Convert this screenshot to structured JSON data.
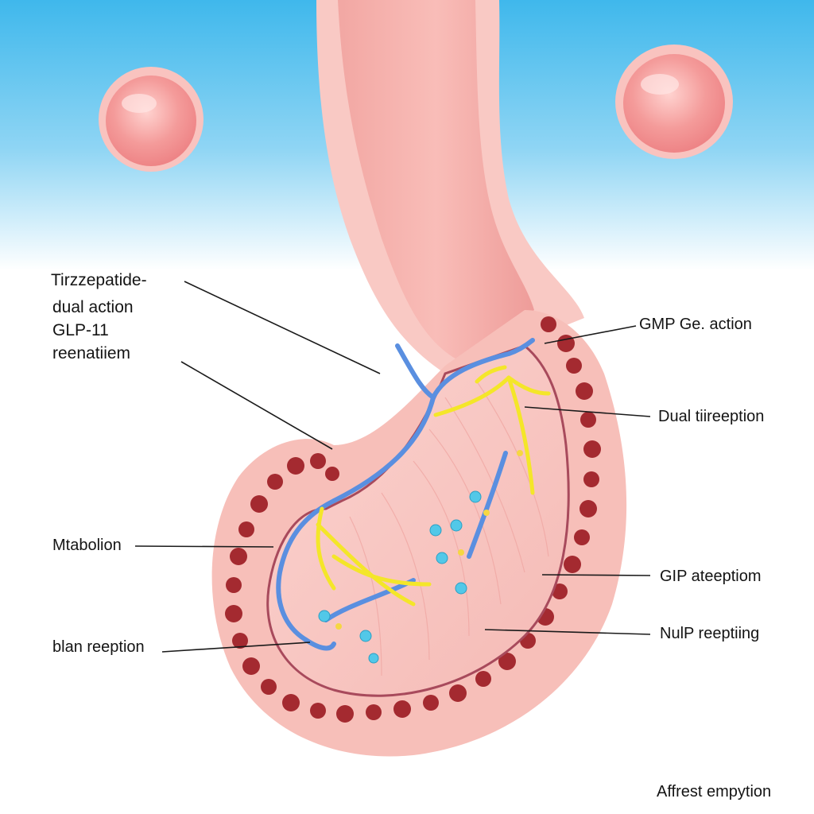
{
  "diagram": {
    "labels": {
      "tirzepatide": "Tirzzepatide-",
      "dual_action": "dual action",
      "glp": "GLP-11",
      "reenatiiem": "reenatiiem",
      "gmp_action": "GMP Ge. action",
      "dual_tiireeption": "Dual tiireeption",
      "mtabolion": "Mtabolion",
      "gip_ateeptiom": "GIP ateeptiom",
      "nulp_reeptiing": "NulP reeptiing",
      "blan_reeption": "blan reeption",
      "affrest_empytion": "Affrest empytion"
    },
    "colors": {
      "sky": "#3fb8ec",
      "tissue": "#f4b3ad",
      "wall": "#f9c9c4",
      "lumen": "#e98a8c",
      "muscle_dots": "#a42a30",
      "nerve_blue": "#5a8fe0",
      "nerve_yellow": "#f4e629",
      "particle": "#52c8e8",
      "leader": "#1a1a1a"
    },
    "icons": [
      "cell-icon",
      "cell-icon"
    ]
  }
}
